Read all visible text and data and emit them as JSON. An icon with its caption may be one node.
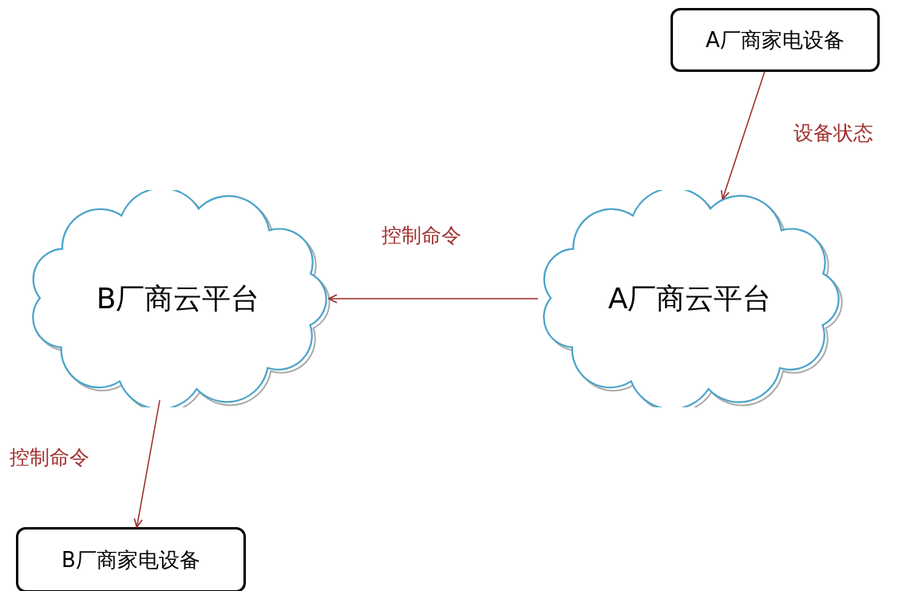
{
  "diagram": {
    "nodes": [
      {
        "text": [
          "A厂商家电设备"
        ]
      },
      {
        "text": [
          "A厂商云平台"
        ]
      },
      {
        "text": [
          "B厂商云平台"
        ]
      },
      {
        "text": [
          "B厂商家电设备"
        ]
      }
    ],
    "edges": [
      {
        "from": 0,
        "to": 1,
        "arrow": "to",
        "label": "设备状态"
      },
      {
        "from": 1,
        "to": 2,
        "arrow": "to",
        "label": "控制命令"
      },
      {
        "from": 2,
        "to": 3,
        "arrow": "to",
        "label": "控制命令"
      }
    ]
  }
}
